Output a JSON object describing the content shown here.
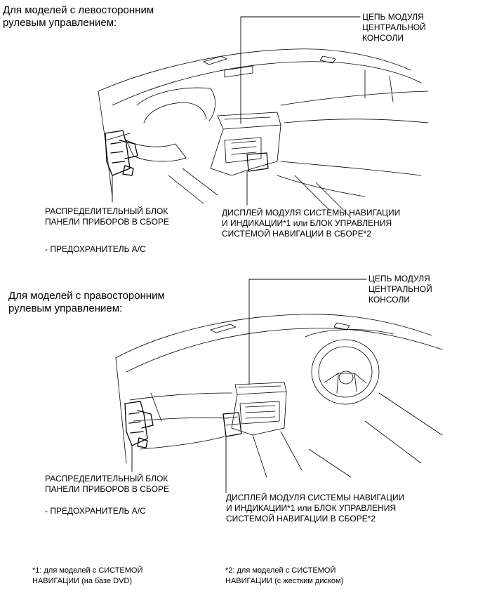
{
  "diagram1": {
    "heading": [
      "Для моделей с левосторонним",
      "рулевым управлением:"
    ],
    "callout_console": [
      "ЦЕПЬ МОДУЛЯ",
      "ЦЕНТРАЛЬНОЙ",
      "КОНСОЛИ"
    ],
    "callout_junction": [
      "РАСПРЕДЕЛИТЕЛЬНЫЙ БЛОК",
      "ПАНЕЛИ ПРИБОРОВ В СБОРЕ"
    ],
    "fuse_note": "- ПРЕДОХРАНИТЕЛЬ A/C",
    "callout_display": [
      "ДИСПЛЕЙ МОДУЛЯ СИСТЕМЫ НАВИГАЦИИ",
      "И ИНДИКАЦИИ*1 или БЛОК УПРАВЛЕНИЯ",
      "СИСТЕМОЙ НАВИГАЦИИ В СБОРЕ*2"
    ]
  },
  "diagram2": {
    "heading": [
      "Для моделей с правосторонним",
      "рулевым управлением:"
    ],
    "callout_console": [
      "ЦЕПЬ МОДУЛЯ",
      "ЦЕНТРАЛЬНОЙ",
      "КОНСОЛИ"
    ],
    "callout_junction": [
      "РАСПРЕДЕЛИТЕЛЬНЫЙ БЛОК",
      "ПАНЕЛИ ПРИБОРОВ В СБОРЕ"
    ],
    "fuse_note": "- ПРЕДОХРАНИТЕЛЬ A/C",
    "callout_display": [
      "ДИСПЛЕЙ МОДУЛЯ СИСТЕМЫ НАВИГАЦИИ",
      "И ИНДИКАЦИИ*1 или БЛОК УПРАВЛЕНИЯ",
      "СИСТЕМОЙ НАВИГАЦИИ В СБОРЕ*2"
    ]
  },
  "footnotes": {
    "note1": [
      "*1: для моделей с СИСТЕМОЙ",
      "НАВИГАЦИИ (на базе DVD)"
    ],
    "note2": [
      "*2: для моделей с СИСТЕМОЙ",
      "НАВИГАЦИИ (с жестким диском)"
    ]
  }
}
